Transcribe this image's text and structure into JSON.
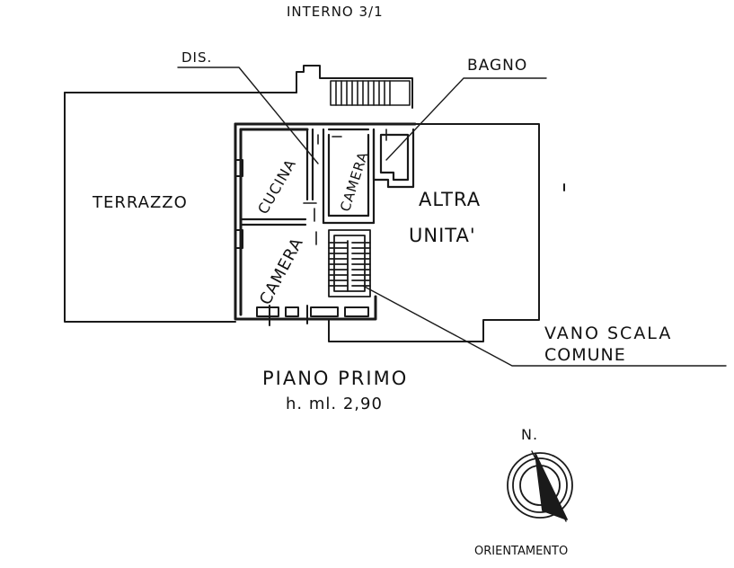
{
  "header": {
    "unit_label": "INTERNO 3/1"
  },
  "rooms": {
    "dis": "DIS.",
    "bagno": "BAGNO",
    "cucina": "CUCINA",
    "camera_upper": "CAMERA",
    "terrazzo": "TERRAZZO",
    "altra_line1": "ALTRA",
    "altra_line2": "UNITA'",
    "camera_lower": "CAMERA",
    "vano_line1": "VANO SCALA",
    "vano_line2": "COMUNE"
  },
  "floor": {
    "name": "PIANO PRIMO",
    "height": "h. ml. 2,90"
  },
  "compass": {
    "north": "N.",
    "caption": "ORIENTAMENTO"
  }
}
